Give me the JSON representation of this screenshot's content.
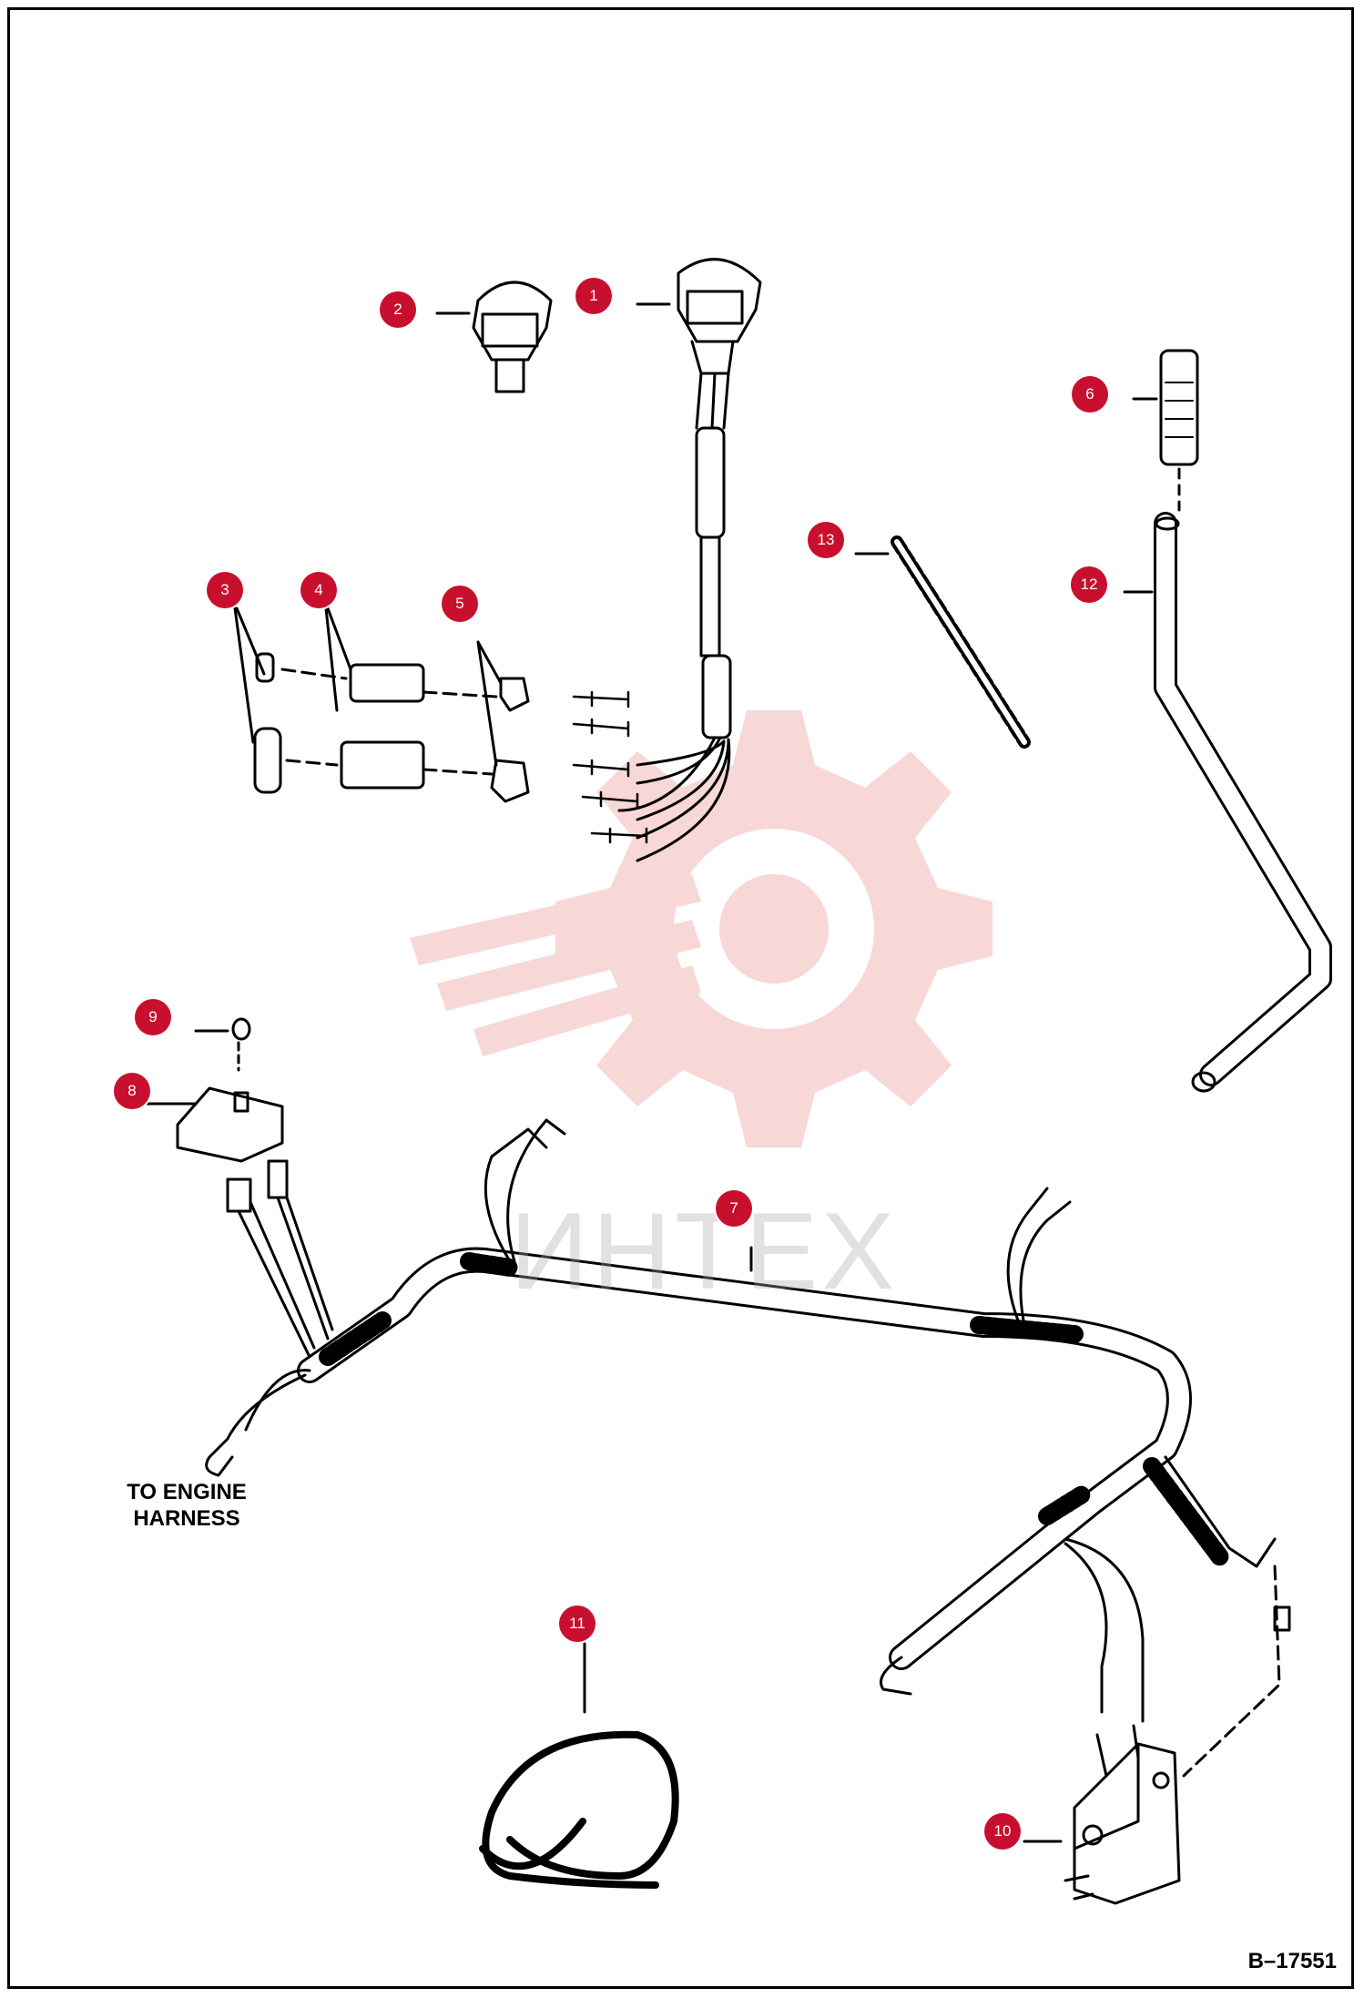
{
  "diagram": {
    "callouts": [
      {
        "id": "callout-1",
        "label": "1"
      },
      {
        "id": "callout-2",
        "label": "2"
      },
      {
        "id": "callout-3",
        "label": "3"
      },
      {
        "id": "callout-4",
        "label": "4"
      },
      {
        "id": "callout-5",
        "label": "5"
      },
      {
        "id": "callout-6",
        "label": "6"
      },
      {
        "id": "callout-7",
        "label": "7"
      },
      {
        "id": "callout-8",
        "label": "8"
      },
      {
        "id": "callout-9",
        "label": "9"
      },
      {
        "id": "callout-10",
        "label": "10"
      },
      {
        "id": "callout-11",
        "label": "11"
      },
      {
        "id": "callout-12",
        "label": "12"
      },
      {
        "id": "callout-13",
        "label": "13"
      }
    ],
    "engine_label_line1": "TO ENGINE",
    "engine_label_line2": "HARNESS",
    "drawing_number": "B–17551",
    "watermark_text": "ИНТЕХ"
  },
  "colors": {
    "callout": "#c8102e",
    "line": "#000000",
    "watermark": "#f2b8b8"
  }
}
